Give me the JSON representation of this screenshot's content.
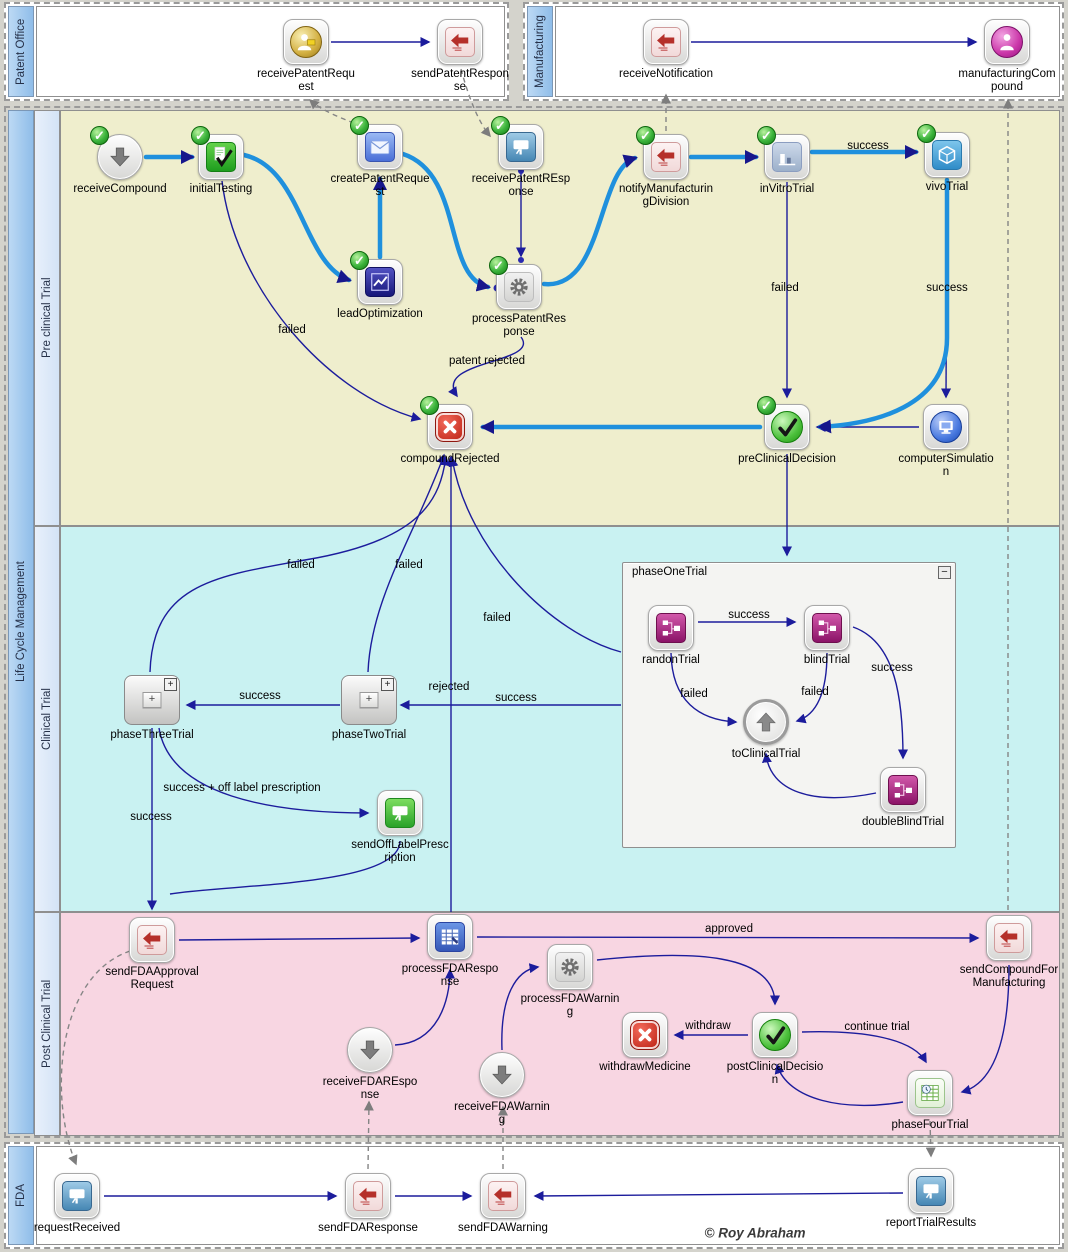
{
  "lanes": {
    "patent_office": {
      "label": "Patent Office"
    },
    "manufacturing": {
      "label": "Manufacturing"
    },
    "life_cycle_management": {
      "label": "Life Cycle Management"
    },
    "pre_clinical": {
      "label": "Pre clinical Trial"
    },
    "clinical": {
      "label": "Clinical Trial"
    },
    "post_clinical": {
      "label": "Post Clinical Trial"
    },
    "fda": {
      "label": "FDA"
    }
  },
  "groups": {
    "phaseOneTrial": {
      "title": "phaseOneTrial",
      "collapse_glyph": "−"
    },
    "phaseTwoTrial": {
      "expand_glyph": "+"
    },
    "phaseThreeTrial": {
      "expand_glyph": "+"
    }
  },
  "nodes": {
    "receivePatentRequest": "receivePatentRequest",
    "sendPatentResponse": "sendPatentResponse",
    "receiveNotification": "receiveNotification",
    "manufacturingCompound": "manufacturingCompound",
    "receiveCompound": "receiveCompound",
    "initialTesting": "initialTesting",
    "createPatentRequest": "createPatentRequest",
    "receivePatentREsponse": "receivePatentREsponse",
    "leadOptimization": "leadOptimization",
    "processPatentResponse": "processPatentResponse",
    "notifyManufacturingDivision": "notifyManufacturingDivision",
    "inVitroTrial": "inVitroTrial",
    "vivoTrial": "vivoTrial",
    "compoundRejected": "compoundRejected",
    "preClinicalDecision": "preClinicalDecision",
    "computerSimulation": "computerSimulation",
    "randonTrial": "randonTrial",
    "blindTrial": "blindTrial",
    "toClinicalTrial": "toClinicalTrial",
    "doubleBlindTrial": "doubleBlindTrial",
    "phaseTwoTrial": "phaseTwoTrial",
    "phaseThreeTrial": "phaseThreeTrial",
    "sendOffLabelPrescription": "sendOffLabelPrescription",
    "sendFDAApprovalRequest": "sendFDAApprovalRequest",
    "processFDAResponse": "processFDAResponse",
    "receiveFDAREsponse": "receiveFDAREsponse",
    "receiveFDAWarning": "receiveFDAWarning",
    "processFDAWarning": "processFDAWarning",
    "withdrawMedicine": "withdrawMedicine",
    "postClinicalDecision": "postClinicalDecision",
    "sendCompoundForManufacturing": "sendCompoundForManufacturing",
    "phaseFourTrial": "phaseFourTrial",
    "requestReceived": "requestReceived",
    "sendFDAResponse": "sendFDAResponse",
    "sendFDAWarning": "sendFDAWarning",
    "reportTrialResults": "reportTrialResults"
  },
  "edge_labels": {
    "success_invitro_vivo": "success",
    "failed_invitro": "failed",
    "success_vivo_down": "success",
    "failed_initial": "failed",
    "patent_rejected": "patent rejected",
    "failed_phase3": "failed",
    "failed_phase2": "failed",
    "failed_phase1": "failed",
    "rejected": "rejected",
    "success_p1_p2": "success",
    "success_p2_p3": "success",
    "success_offlabel": "success + off label prescription",
    "success_phase3_down": "success",
    "success_randon_blind": "success",
    "success_blind_double": "success",
    "failed_randon": "failed",
    "failed_blind": "failed",
    "approved": "approved",
    "withdraw": "withdraw",
    "continue_trial": "continue trial"
  },
  "credit": "© Roy Abraham",
  "colors": {
    "flow_highlight": "#1f90dd",
    "flow_normal": "#1c1c9c",
    "link_gray": "#858585",
    "pre_clinical_bg": "#efeecd",
    "clinical_bg": "#c9f2f2",
    "post_clinical_bg": "#f8d6e2",
    "lane_strip": "#9fc7ef",
    "sublane_strip": "#dde9f8",
    "completed_badge": "#3cb43c"
  }
}
